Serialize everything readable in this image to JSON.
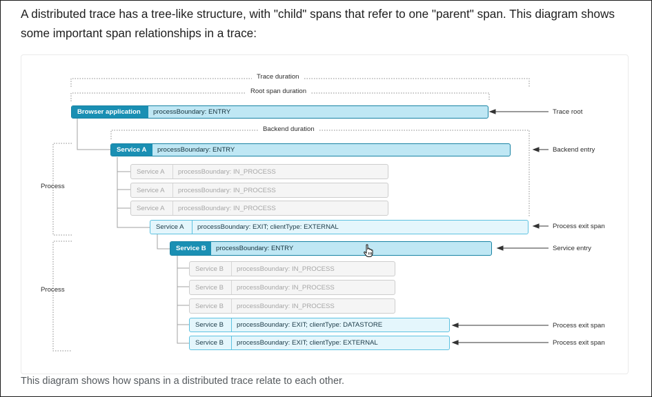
{
  "intro": "A distributed trace has a tree-like structure, with \"child\" spans that refer to one \"parent\" span. This diagram shows some important span relationships in a trace:",
  "caption": "This diagram shows how spans in a distributed trace relate to each other.",
  "diagram": {
    "durations": {
      "trace": "Trace duration",
      "root_span": "Root span duration",
      "backend": "Backend duration"
    },
    "process_labels": [
      "Process",
      "Process"
    ],
    "spans": [
      {
        "service": "Browser application",
        "process": "processBoundary: ENTRY",
        "style": "strong"
      },
      {
        "service": "Service A",
        "process": "processBoundary: ENTRY",
        "style": "strong"
      },
      {
        "service": "Service A",
        "process": "processBoundary: IN_PROCESS",
        "style": "grey"
      },
      {
        "service": "Service A",
        "process": "processBoundary: IN_PROCESS",
        "style": "grey"
      },
      {
        "service": "Service A",
        "process": "processBoundary: IN_PROCESS",
        "style": "grey"
      },
      {
        "service": "Service A",
        "process": "processBoundary: EXIT; clientType: EXTERNAL",
        "style": "light"
      },
      {
        "service": "Service B",
        "process": "processBoundary: ENTRY",
        "style": "strong"
      },
      {
        "service": "Service B",
        "process": "processBoundary: IN_PROCESS",
        "style": "grey"
      },
      {
        "service": "Service B",
        "process": "processBoundary: IN_PROCESS",
        "style": "grey"
      },
      {
        "service": "Service B",
        "process": "processBoundary: IN_PROCESS",
        "style": "grey"
      },
      {
        "service": "Service B",
        "process": "processBoundary: EXIT; clientType: DATASTORE",
        "style": "light"
      },
      {
        "service": "Service B",
        "process": "processBoundary: EXIT; clientType: EXTERNAL",
        "style": "light"
      }
    ],
    "annotations": [
      "Trace root",
      "Backend entry",
      "Process exit span",
      "Service entry",
      "Process exit span",
      "Process exit span"
    ],
    "cursor_icon": "hand-pointer-icon"
  }
}
